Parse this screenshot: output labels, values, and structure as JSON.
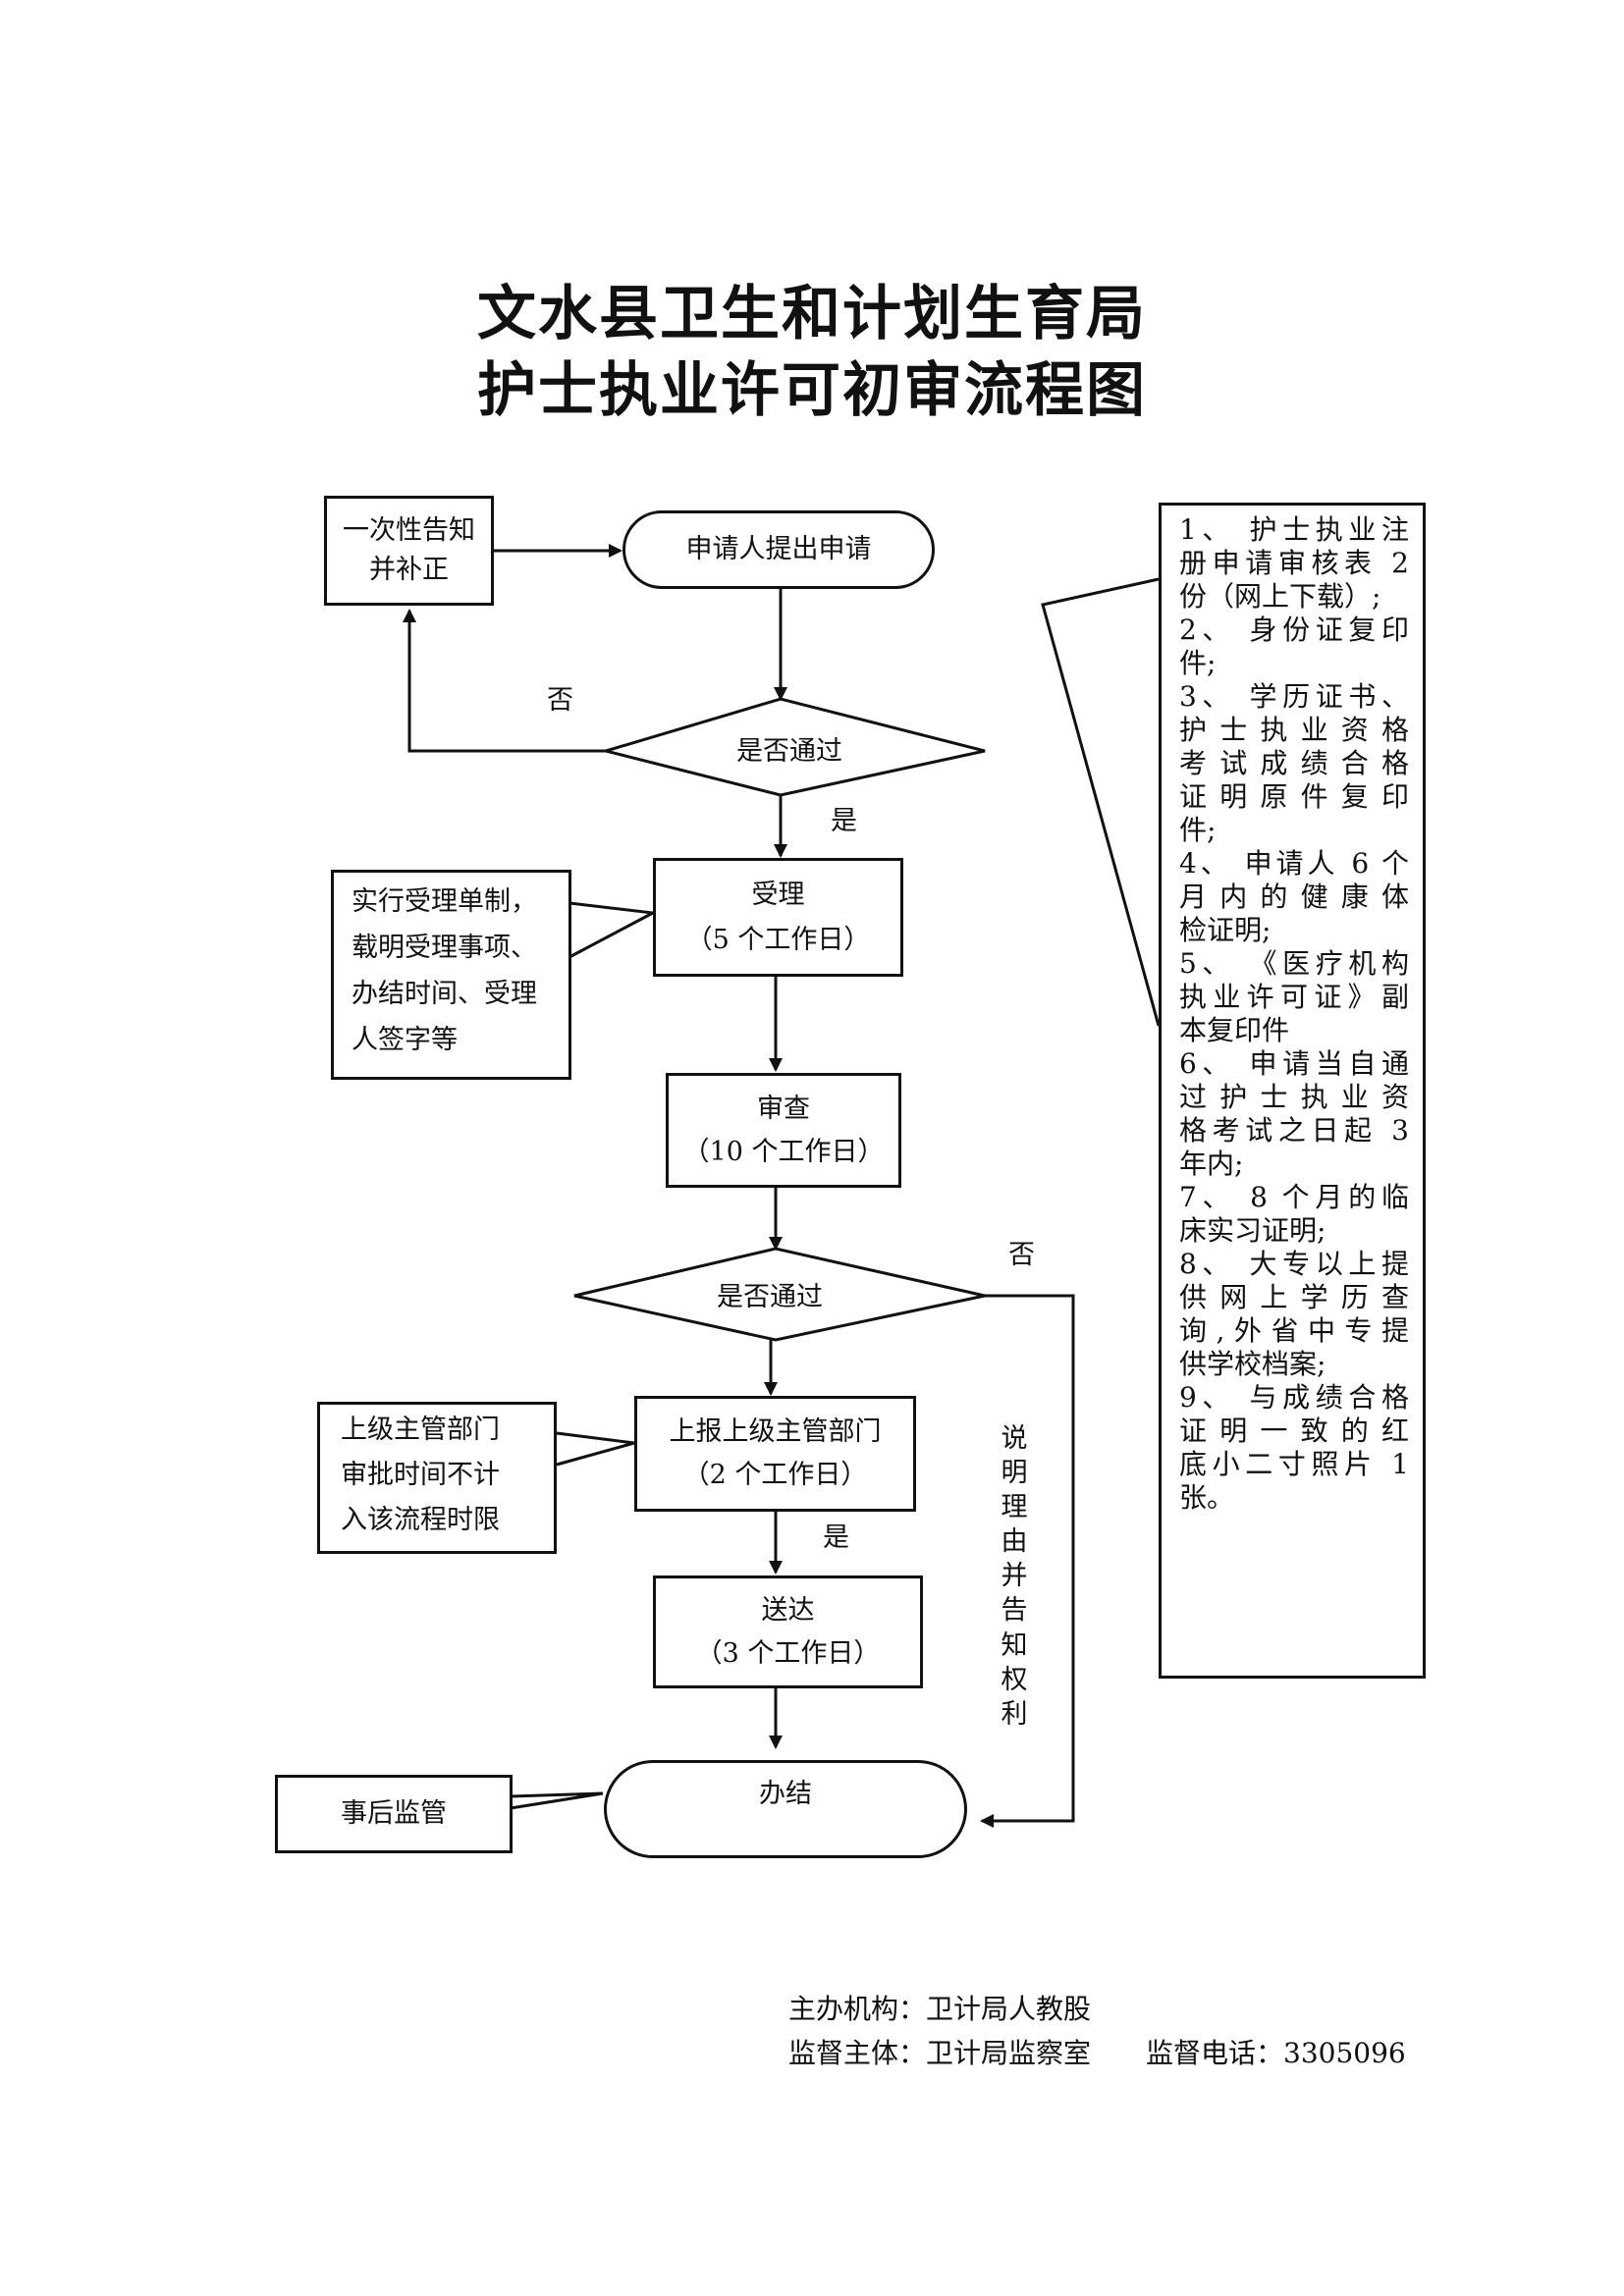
{
  "title": {
    "line1": "文水县卫生和计划生育局",
    "line2": "护士执业许可初审流程图"
  },
  "nodes": {
    "correct_once": [
      "一次性告知",
      "并补正"
    ],
    "apply": "申请人提出申请",
    "decision1": "是否通过",
    "accept": [
      "受理",
      "（5 个工作日）"
    ],
    "accept_note": [
      "实行受理单制，",
      "载明受理事项、",
      "办结时间、受理",
      "人签字等"
    ],
    "review": [
      "审查",
      "（10 个工作日）"
    ],
    "decision2": "是否通过",
    "report": [
      "上报上级主管部门",
      "（2 个工作日）"
    ],
    "report_note": [
      "上级主管部门",
      "审批时间不计",
      "入该流程时限"
    ],
    "deliver": [
      "送达",
      "（3 个工作日）"
    ],
    "finish": "办结",
    "supervise": "事后监管"
  },
  "edge_labels": {
    "no1": "否",
    "yes1": "是",
    "no2": "否",
    "yes2": "是",
    "explain": "说明理由并告知权利"
  },
  "requirements": [
    "1、护士执业注册申请审核表2份（网上下载）；",
    "2、身份证复印件；",
    "3、学历证书、护士执业资格考试成绩合格证明原件复印件；",
    "4、申请人6个月内的健康体检证明；",
    "5、《医疗机构执业许可证》副本复印件",
    "6、申请当自通过护士执业资格考试之日起3年内；",
    "7、8个月的临床实习证明；",
    "8、大专以上提供网上学历查询，外省中专提供学校档案；",
    "9、与成绩合格证明一致的红底小二寸照片1张。"
  ],
  "requirements_lines": [
    "1、 护士执业注",
    "册申请审核表 2",
    "份（网上下载）;",
    "2、 身份证复印",
    "件;",
    "3、 学历证书、",
    "护士执业资格",
    "考试成绩合格",
    "证明原件复印",
    "件;",
    "4、 申请人 6 个",
    "月内的健康体",
    "检证明;",
    "5、 《医疗机构",
    "执业许可证》副",
    "本复印件",
    "6、 申请当自通",
    "过护士执业资",
    "格考试之日起 3",
    "年内;",
    "7、 8 个月的临",
    "床实习证明;",
    "8、 大专以上提",
    "供网上学历查",
    "询,外省中专提",
    "供学校档案;",
    "9、 与成绩合格",
    "证明一致的红",
    "底小二寸照片 1",
    "张。"
  ],
  "footer": {
    "host": "主办机构：卫计局人教股",
    "supervisor": "监督主体：卫计局监察室",
    "phone": "监督电话：3305096"
  }
}
